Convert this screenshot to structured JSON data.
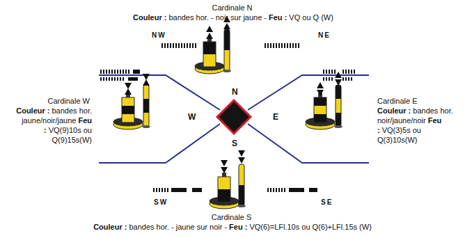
{
  "diagram": {
    "labels": [
      "NW",
      "NE",
      "Cardinale N",
      "Couleur :",
      "bandes hor. - noir sur jaune -",
      "Feu :",
      "VQ ou Q (W)",
      "Cardinale W",
      "Couleur :",
      "bandes hor. jaune/noir/jaune",
      "Feu :",
      "VQ(9)10s ou Q(9)15s(W)",
      "Cardinale E",
      "Couleur :",
      "bandes hor. noir/jaune/noir",
      "Feu :",
      "VQ(3)5s ou Q(3)10s(W)",
      "N",
      "W",
      "E",
      "S",
      "SW",
      "SE",
      "Cardinale S",
      "Couleur :",
      "bandes hor. - jaune sur noir -",
      "Feu :",
      "VQ(6)=LFl.10s ou Q(6)+LFl.15s (W)"
    ]
  }
}
